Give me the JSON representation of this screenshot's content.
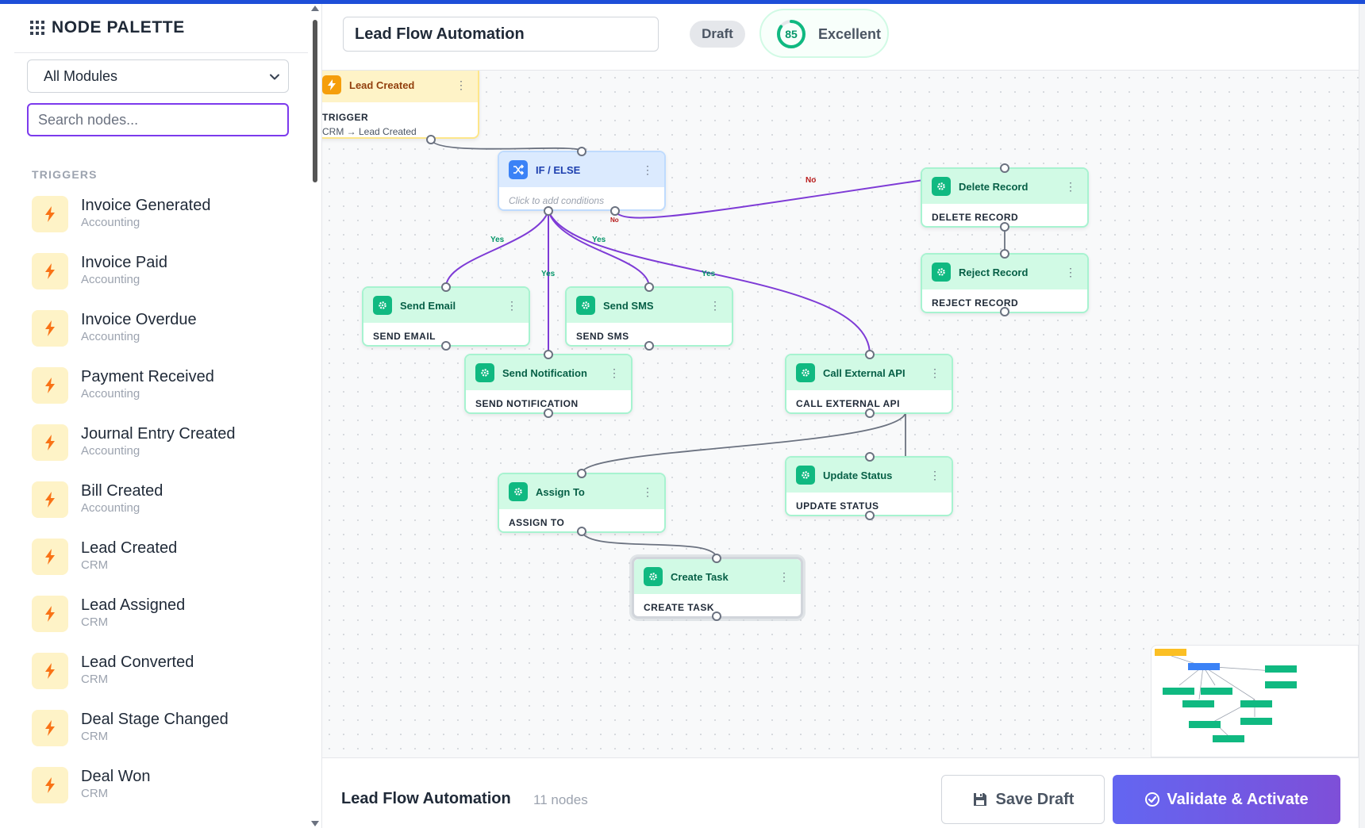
{
  "palette": {
    "title": "NODE PALETTE",
    "module_select": "All Modules",
    "search_placeholder": "Search nodes...",
    "section_label": "TRIGGERS",
    "triggers": [
      {
        "name": "Invoice Generated",
        "module": "Accounting"
      },
      {
        "name": "Invoice Paid",
        "module": "Accounting"
      },
      {
        "name": "Invoice Overdue",
        "module": "Accounting"
      },
      {
        "name": "Payment Received",
        "module": "Accounting"
      },
      {
        "name": "Journal Entry Created",
        "module": "Accounting"
      },
      {
        "name": "Bill Created",
        "module": "Accounting"
      },
      {
        "name": "Lead Created",
        "module": "CRM"
      },
      {
        "name": "Lead Assigned",
        "module": "CRM"
      },
      {
        "name": "Lead Converted",
        "module": "CRM"
      },
      {
        "name": "Deal Stage Changed",
        "module": "CRM"
      },
      {
        "name": "Deal Won",
        "module": "CRM"
      }
    ]
  },
  "header": {
    "workflow_name": "Lead Flow Automation",
    "status_badge": "Draft",
    "score": 85,
    "score_label": "Excellent"
  },
  "canvas": {
    "nodes": {
      "lead_created": {
        "title": "Lead Created",
        "type_label": "TRIGGER",
        "detail": "CRM → Lead Created"
      },
      "if_else": {
        "title": "IF / ELSE",
        "hint": "Click to add conditions"
      },
      "send_email": {
        "title": "Send Email",
        "type_label": "SEND EMAIL"
      },
      "send_sms": {
        "title": "Send SMS",
        "type_label": "SEND SMS"
      },
      "send_notification": {
        "title": "Send Notification",
        "type_label": "SEND NOTIFICATION"
      },
      "call_external_api": {
        "title": "Call External API",
        "type_label": "CALL EXTERNAL API"
      },
      "update_status": {
        "title": "Update Status",
        "type_label": "UPDATE STATUS"
      },
      "assign_to": {
        "title": "Assign To",
        "type_label": "ASSIGN TO"
      },
      "create_task": {
        "title": "Create Task",
        "type_label": "CREATE TASK"
      },
      "delete_record": {
        "title": "Delete Record",
        "type_label": "DELETE RECORD"
      },
      "reject_record": {
        "title": "Reject Record",
        "type_label": "REJECT RECORD"
      }
    },
    "edge_labels": {
      "yes": "Yes",
      "no": "No"
    },
    "menu_glyph": "⋮"
  },
  "footer": {
    "workflow_name": "Lead Flow Automation",
    "node_count": "11 nodes",
    "save_label": "Save Draft",
    "activate_label": "Validate & Activate"
  },
  "colors": {
    "accent": "#7c3aed",
    "action_node": "#d1fae5",
    "condition_node": "#dbeafe",
    "trigger_node": "#fef3c7",
    "score": "#10b981"
  }
}
